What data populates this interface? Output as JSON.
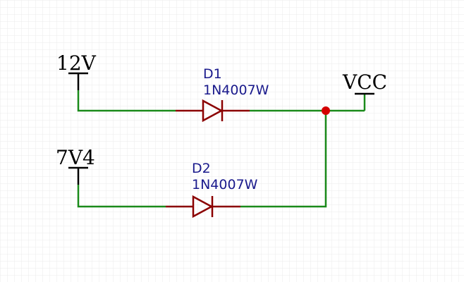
{
  "schematic": {
    "power_ports": [
      {
        "id": "p12v",
        "label": "12V"
      },
      {
        "id": "p7v4",
        "label": "7V4"
      },
      {
        "id": "pvcc",
        "label": "VCC"
      }
    ],
    "diodes": [
      {
        "id": "d1",
        "designator": "D1",
        "part": "1N4007W"
      },
      {
        "id": "d2",
        "designator": "D2",
        "part": "1N4007W"
      }
    ],
    "colors": {
      "wire": "#1a8a1a",
      "component": "#8b0000",
      "junction": "#d40000",
      "grid": "#ebebeb",
      "power_symbol": "#000000"
    }
  }
}
